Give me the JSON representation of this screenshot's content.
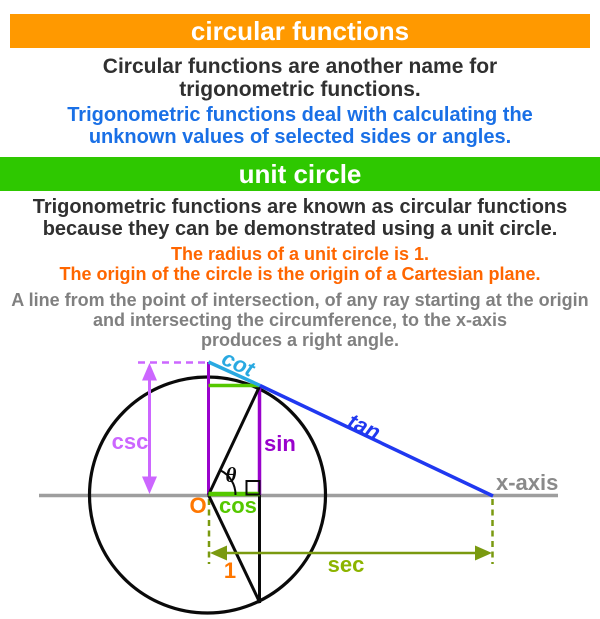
{
  "palette": {
    "header1_bg": "#FF9900",
    "header2_bg": "#2EC800",
    "header_text": "#FFFFFF",
    "dark_text": "#303030",
    "blue_text": "#1A70E6",
    "orange_text": "#FF6600",
    "gray_text": "#808080",
    "axis_gray": "#9E9E9E",
    "cot_cyan": "#29A9E1",
    "tan_blue": "#2038F0",
    "csc_orchid": "#CC66FF",
    "sin_purple": "#9902CC",
    "cos_green": "#55C800",
    "sec_olive": "#7A9A10",
    "sec_label_green": "#8CB400",
    "origin_orange": "#FF7700",
    "line_black": "#0A0A0A"
  },
  "header1": {
    "title": "circular functions"
  },
  "intro": {
    "line1": "Circular functions are another name for",
    "line2": "trigonometric functions."
  },
  "blue_note": {
    "line1": "Trigonometric functions deal with calculating the",
    "line2": "unknown values of selected sides or angles."
  },
  "header2": {
    "title": "unit circle"
  },
  "unit_circle_text": {
    "line1": "Trigonometric functions are known as circular functions",
    "line2": "because they can be demonstrated using a unit circle."
  },
  "orange_note": {
    "line1": "The radius of a unit circle is 1.",
    "line2": "The origin of the circle is the origin of a Cartesian plane."
  },
  "gray_note": {
    "line1": "A line from the point of intersection, of any ray starting at the origin",
    "line2": "and intersecting the circumference, to the x-axis",
    "line3": "produces a right angle."
  },
  "diagram": {
    "labels": {
      "cot": "cot",
      "tan": "tan",
      "csc": "csc",
      "sin": "sin",
      "theta": "θ",
      "x_axis": "x-axis",
      "origin": "O",
      "cos": "cos",
      "radius_one": "1",
      "sec": "sec"
    }
  }
}
